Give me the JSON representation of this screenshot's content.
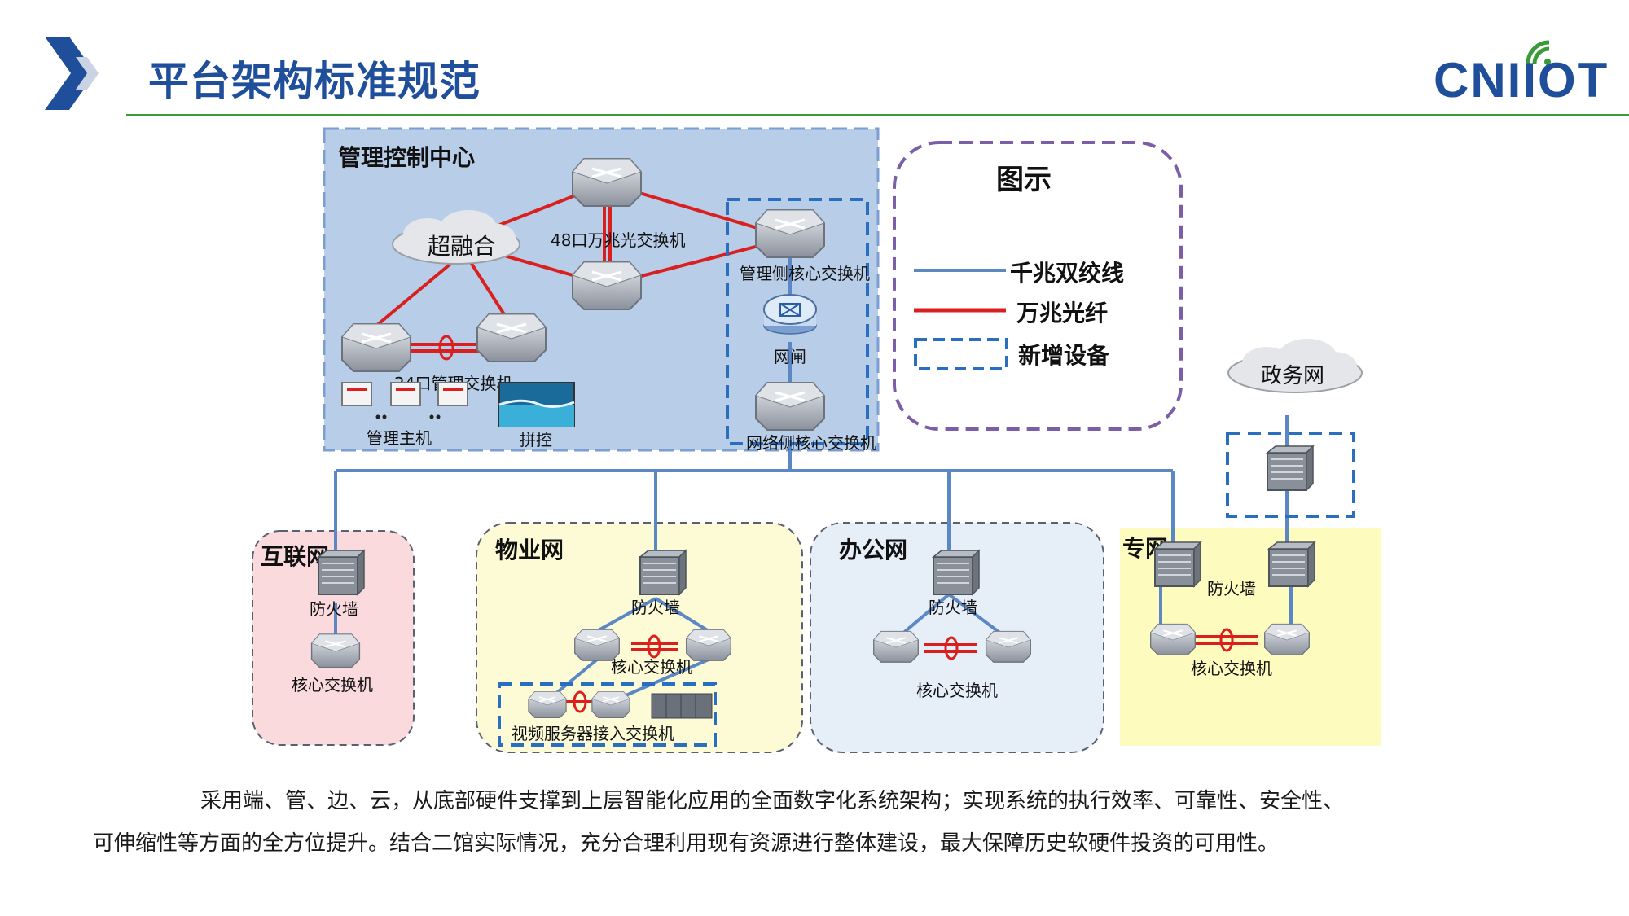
{
  "header": {
    "title": "平台架构标准规范",
    "logo_text": "CNIIOT"
  },
  "colors": {
    "title_blue": "#1f4e9a",
    "rule_green": "#3a9a3a",
    "cat5_blue": "#5b87c5",
    "fiber_red": "#d9201f",
    "new_device_blue": "#2a6fbf"
  },
  "zones": {
    "control_center": "管理控制中心",
    "internet": "互联网",
    "property": "物业网",
    "office": "办公网",
    "private": "专网"
  },
  "labels": {
    "hyperconverged": "超融合",
    "switch48": "48口万兆光交换机",
    "mgmt_core_switch": "管理侧核心交换机",
    "gateway": "网闸",
    "net_core_switch": "网络侧核心交换机",
    "switch24": "24口管理交换机",
    "mgmt_host": "管理主机",
    "video_wall": "拼控",
    "gov_net": "政务网",
    "firewall": "防火墙",
    "core_switch": "核心交换机",
    "video_access_switch": "视频服务器接入交换机"
  },
  "legend": {
    "title": "图示",
    "items": [
      {
        "label": "千兆双绞线",
        "type": "cat5"
      },
      {
        "label": "万兆光纤",
        "type": "fiber"
      },
      {
        "label": "新增设备",
        "type": "new"
      }
    ]
  },
  "description": {
    "line1": "采用端、管、边、云，从底部硬件支撑到上层智能化应用的全面数字化系统架构；实现系统的执行效率、可靠性、安全性、",
    "line2": "可伸缩性等方面的全方位提升。结合二馆实际情况，充分合理利用现有资源进行整体建设，最大保障历史软硬件投资的可用性。"
  }
}
